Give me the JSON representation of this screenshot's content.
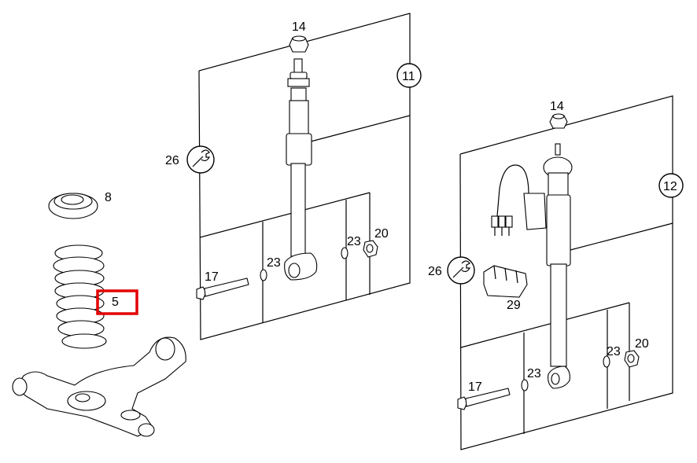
{
  "labels": {
    "p14a": "14",
    "p11": "11",
    "p26a": "26",
    "p8": "8",
    "p5": "5",
    "p17a": "17",
    "p23a": "23",
    "p23b": "23",
    "p20a": "20",
    "p14b": "14",
    "p12": "12",
    "p26b": "26",
    "p29": "29",
    "p17b": "17",
    "p23c": "23",
    "p23d": "23",
    "p20b": "20"
  },
  "highlight_color": "#e30000",
  "icons": [
    "wrench-icon",
    "wrench-icon"
  ]
}
